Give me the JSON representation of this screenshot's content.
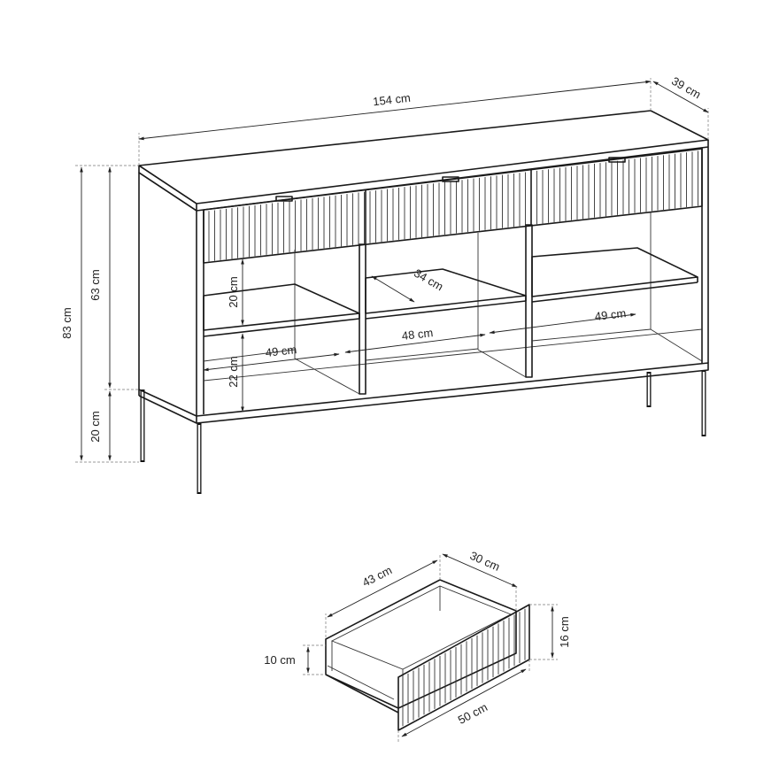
{
  "diagram": {
    "subject": "sideboard",
    "accent_color": "#1a1a1a",
    "dimensions": {
      "width": "154 cm",
      "depth": "39 cm",
      "total_height": "83 cm",
      "body_height": "63 cm",
      "leg_height": "20 cm",
      "upper_shelf_height": "20 cm",
      "lower_shelf_height": "22 cm",
      "shelf_depth": "34 cm",
      "left_compartment_width": "49 cm",
      "middle_compartment_width": "48 cm",
      "right_compartment_width": "49 cm"
    },
    "drawer": {
      "inner_length": "43 cm",
      "inner_depth": "30 cm",
      "front_height": "16 cm",
      "box_height": "10 cm",
      "front_width": "50 cm"
    }
  }
}
